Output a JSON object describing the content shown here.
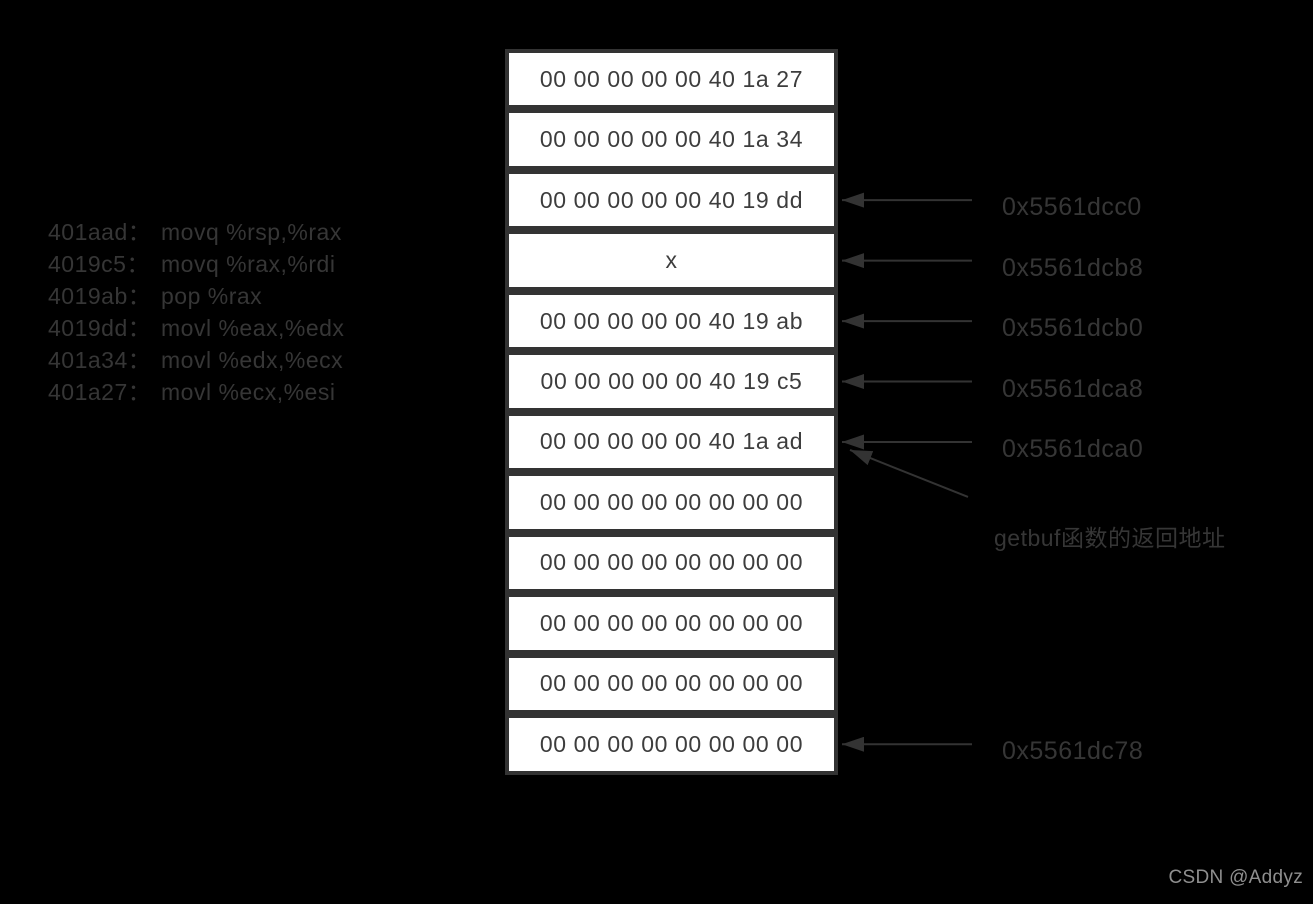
{
  "diagram": {
    "assembly": {
      "separator": "：",
      "lines": [
        {
          "address": "401aad",
          "instruction": "movq %rsp,%rax"
        },
        {
          "address": "4019c5",
          "instruction": "movq %rax,%rdi"
        },
        {
          "address": "4019ab",
          "instruction": "pop %rax"
        },
        {
          "address": "4019dd",
          "instruction": "movl %eax,%edx"
        },
        {
          "address": "401a34",
          "instruction": "movl %edx,%ecx"
        },
        {
          "address": "401a27",
          "instruction": "movl %ecx,%esi"
        }
      ]
    },
    "stack": {
      "cells": [
        "00 00 00 00 00 40 1a 27",
        "00 00 00 00 00 40 1a 34",
        "00 00 00 00 00 40 19 dd",
        "x",
        "00 00 00 00 00 40 19 ab",
        "00 00 00 00 00 40 19 c5",
        "00 00 00 00 00 40 1a ad",
        "00 00 00 00 00 00 00 00",
        "00 00 00 00 00 00 00 00",
        "00 00 00 00 00 00 00 00",
        "00 00 00 00 00 00 00 00",
        "00 00 00 00 00 00 00 00"
      ]
    },
    "annotations": [
      {
        "row": 2,
        "text": "0x5561dcc0",
        "kind": "address"
      },
      {
        "row": 3,
        "text": "0x5561dcb8",
        "kind": "address"
      },
      {
        "row": 4,
        "text": "0x5561dcb0",
        "kind": "address"
      },
      {
        "row": 5,
        "text": "0x5561dca8",
        "kind": "address"
      },
      {
        "row": 6,
        "text": "0x5561dca0",
        "kind": "address"
      },
      {
        "row": 6,
        "text": "getbuf函数的返回地址",
        "kind": "note"
      },
      {
        "row": 11,
        "text": "0x5561dc78",
        "kind": "address"
      }
    ]
  },
  "watermark": {
    "text": "CSDN @Addyz"
  },
  "colors": {
    "background": "#000000",
    "cell_fill": "#ffffff",
    "cell_border": "#333333",
    "cell_text": "#3d3d3d",
    "side_text": "#363636",
    "arrow": "#333333",
    "watermark": "#8f8f8f"
  }
}
